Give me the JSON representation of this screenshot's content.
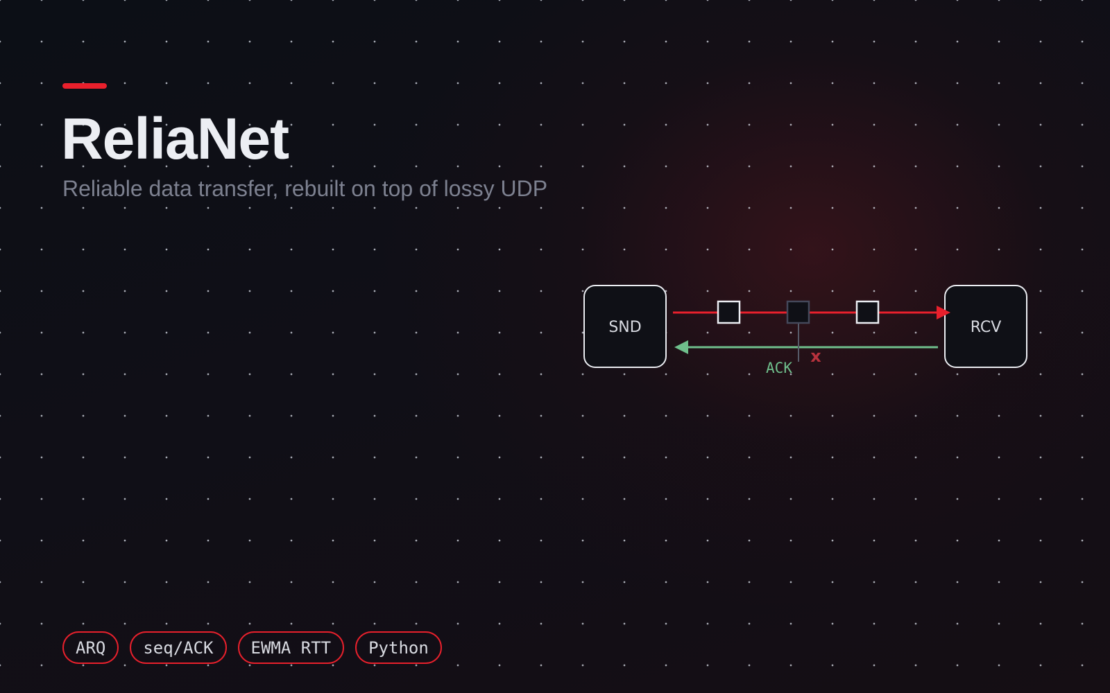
{
  "header": {
    "title": "ReliaNet",
    "subtitle": "Reliable data transfer, rebuilt on top of lossy UDP"
  },
  "diagram": {
    "sender_label": "SND",
    "receiver_label": "RCV",
    "ack_label": "ACK",
    "loss_marker": "x",
    "packets": [
      {
        "state": "delivered"
      },
      {
        "state": "lost"
      },
      {
        "state": "delivered"
      }
    ]
  },
  "tags": [
    "ARQ",
    "seq/ACK",
    "EWMA RTT",
    "Python"
  ],
  "colors": {
    "accent": "#e8202c",
    "ack": "#6fbf8c",
    "loss": "#b8323d",
    "text": "#eceef3",
    "muted": "#7d8190",
    "background": "#0d0f16"
  }
}
